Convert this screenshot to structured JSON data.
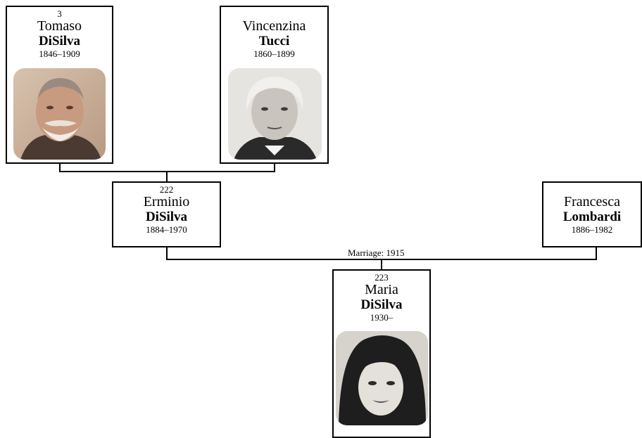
{
  "people": {
    "tomaso": {
      "id": "3",
      "given": "Tomaso",
      "surname": "DiSilva",
      "dates": "1846–1909",
      "photo": "sepia-portrait-elderly-man"
    },
    "vincenzina": {
      "id": "",
      "given": "Vincenzina",
      "surname": "Tucci",
      "dates": "1860–1899",
      "photo": "bw-portrait-elderly-woman"
    },
    "erminio": {
      "id": "222",
      "given": "Erminio",
      "surname": "DiSilva",
      "dates": "1884–1970"
    },
    "francesca": {
      "id": "",
      "given": "Francesca",
      "surname": "Lombardi",
      "dates": "1886–1982"
    },
    "maria": {
      "id": "223",
      "given": "Maria",
      "surname": "DiSilva",
      "dates": "1930–",
      "photo": "bw-portrait-young-woman"
    }
  },
  "marriage_label": "Marriage: 1915",
  "colors": {
    "border": "#000000",
    "background": "#ffffff",
    "sepia": "#c9a48a"
  }
}
